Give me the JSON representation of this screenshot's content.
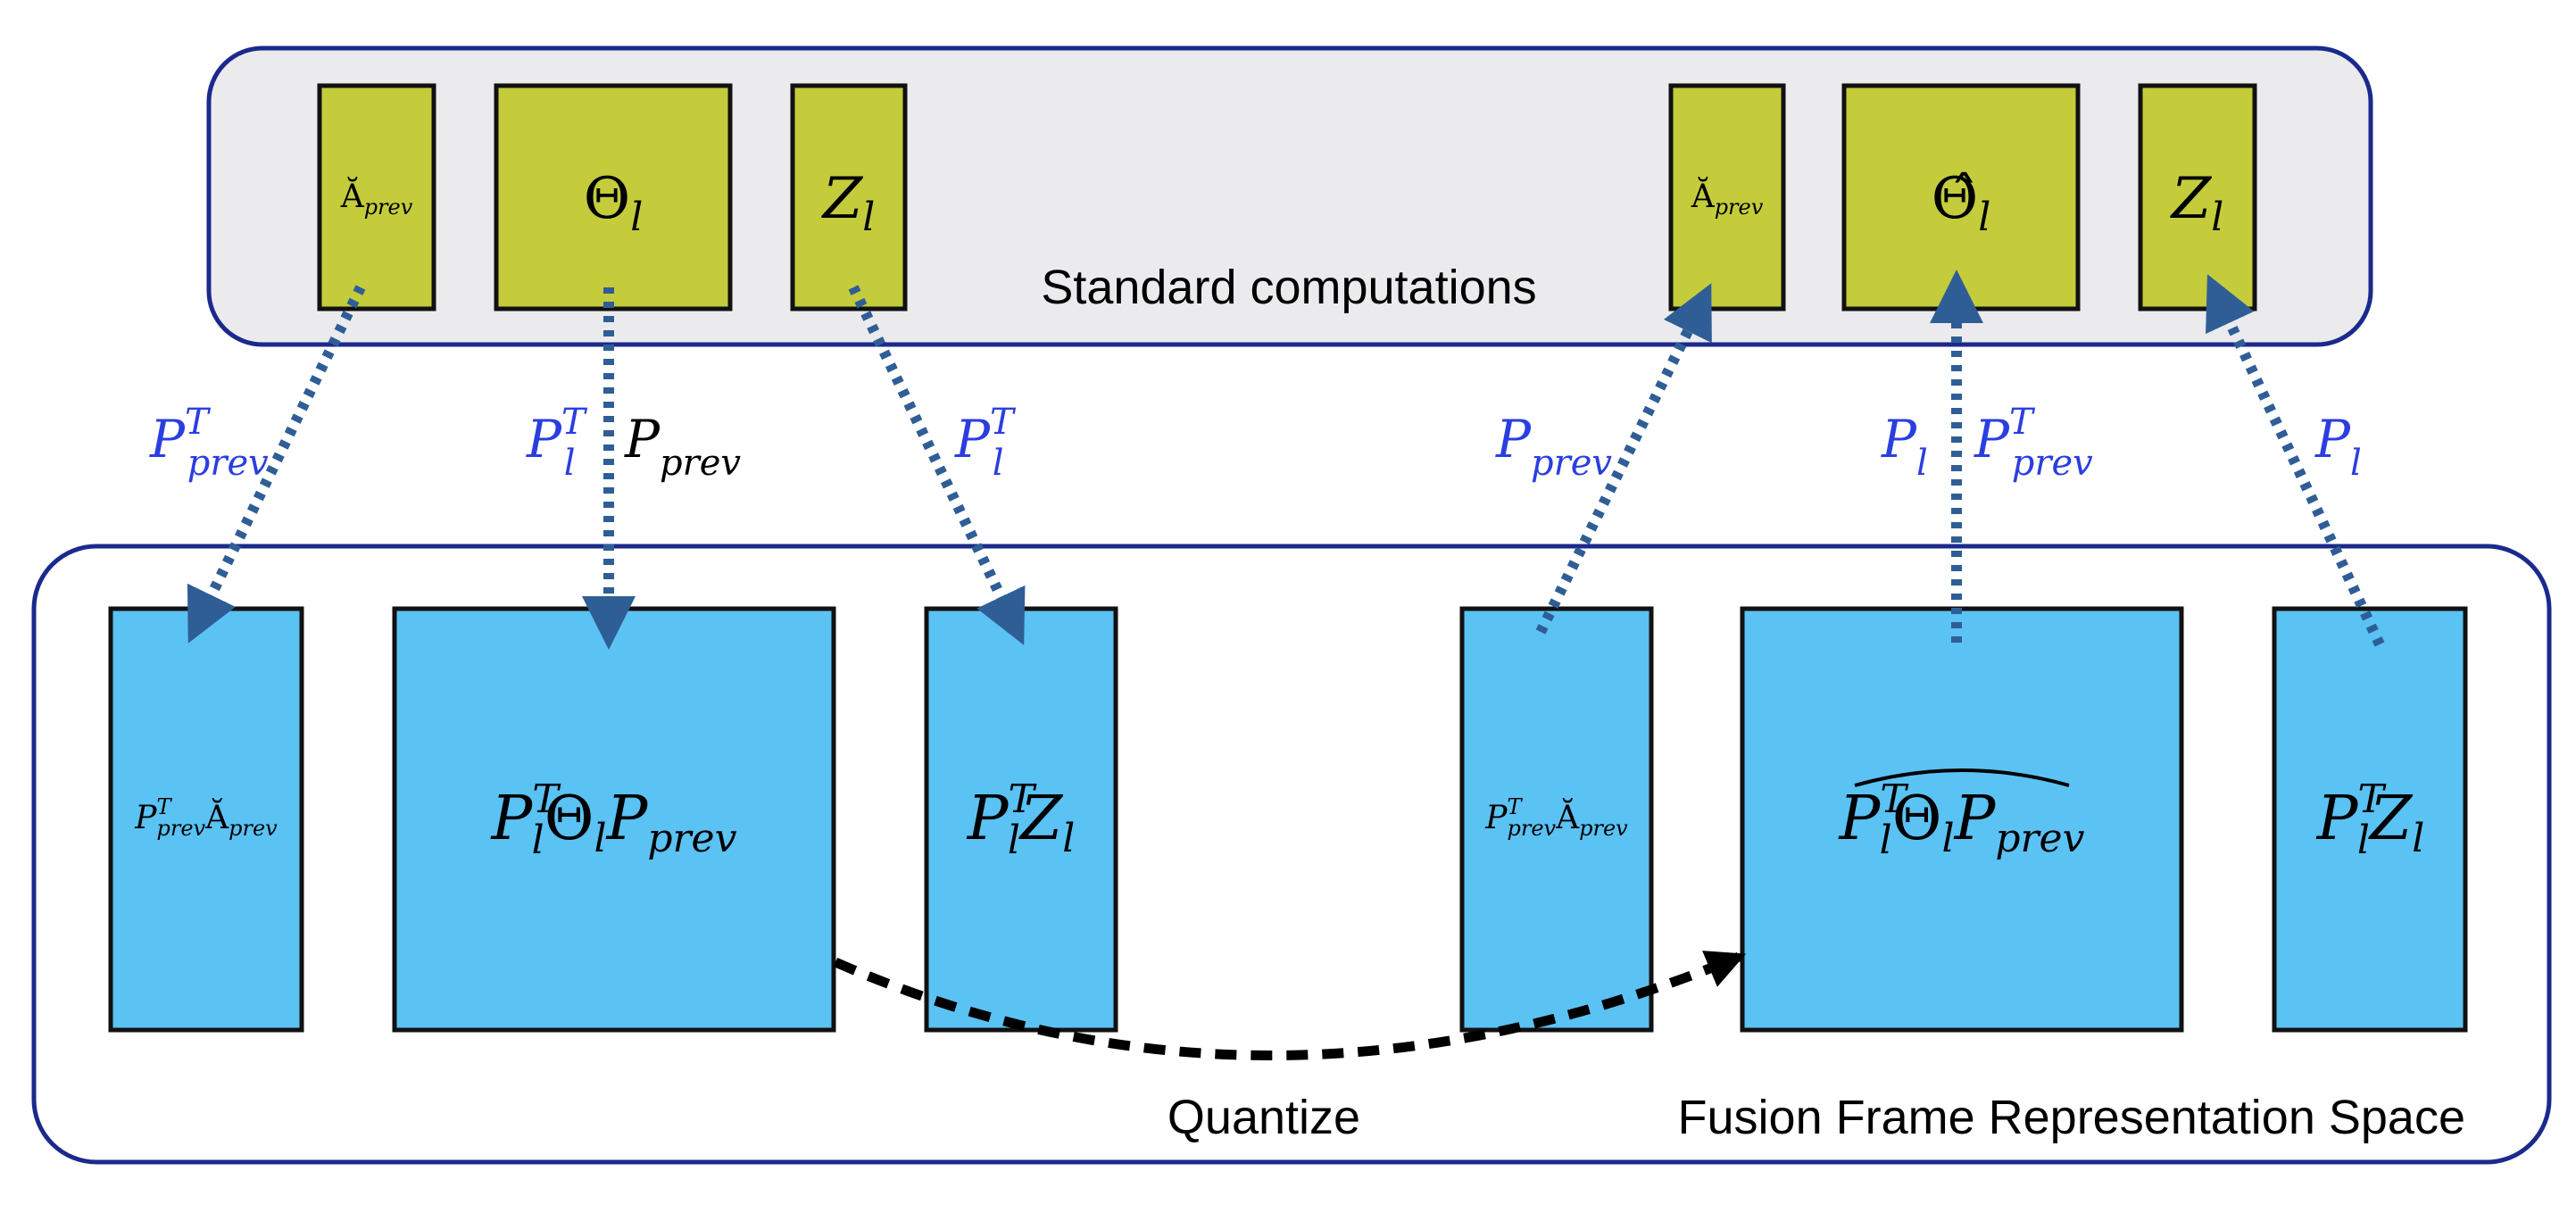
{
  "panels": {
    "top_label": "Standard computations",
    "bottom_label": "Fusion Frame Representation Space"
  },
  "top_boxes": [
    {
      "main": "Ă",
      "sub": "prev"
    },
    {
      "main": "Θ",
      "sub": "l"
    },
    {
      "main": "Z",
      "sub": "l"
    },
    {
      "main": "Ă",
      "sub": "prev"
    },
    {
      "main": "Θ̂",
      "sub": "l"
    },
    {
      "main": "Z",
      "sub": "l"
    }
  ],
  "bottom_boxes": [
    {
      "P": "P",
      "P_sup": "T",
      "P_sub": "prev",
      "rest": "Ă",
      "rest_sub": "prev"
    },
    {
      "P": "P",
      "P_sup": "T",
      "P_sub": "l",
      "mid": "Θ",
      "mid_sub": "l",
      "end": "P",
      "end_sub": "prev"
    },
    {
      "P": "P",
      "P_sup": "T",
      "P_sub": "l",
      "mid": "Z",
      "mid_sub": "l"
    },
    {
      "P": "P",
      "P_sup": "T",
      "P_sub": "prev",
      "rest": "Ă",
      "rest_sub": "prev"
    },
    {
      "P": "P",
      "P_sup": "T",
      "P_sub": "l",
      "mid": "Θ",
      "mid_sub": "l",
      "end": "P",
      "end_sub": "prev"
    },
    {
      "P": "P",
      "P_sup": "T",
      "P_sub": "l",
      "mid": "Z",
      "mid_sub": "l"
    }
  ],
  "arrow_labels": {
    "a1": {
      "main": "P",
      "sup": "T",
      "sub": "prev"
    },
    "a2": {
      "main": "P",
      "sup": "T",
      "sub": "l"
    },
    "a2b": {
      "main": "P",
      "sub": "prev"
    },
    "a3": {
      "main": "P",
      "sup": "T",
      "sub": "l"
    },
    "a4": {
      "main": "P",
      "sub": "prev"
    },
    "a5": {
      "main": "P",
      "sub": "l"
    },
    "a5b": {
      "main": "P",
      "sup": "T",
      "sub": "prev"
    },
    "a6": {
      "main": "P",
      "sub": "l"
    }
  },
  "quantize_label": "Quantize",
  "colors": {
    "panel_border": "#1a2a8c",
    "top_panel_fill": "#ebebed",
    "top_box_fill": "#c4cc3c",
    "bottom_box_fill": "#5bc2f4",
    "arrow": "#2f5e96",
    "label_blue": "#2a3ee0",
    "label_black": "#000000"
  }
}
